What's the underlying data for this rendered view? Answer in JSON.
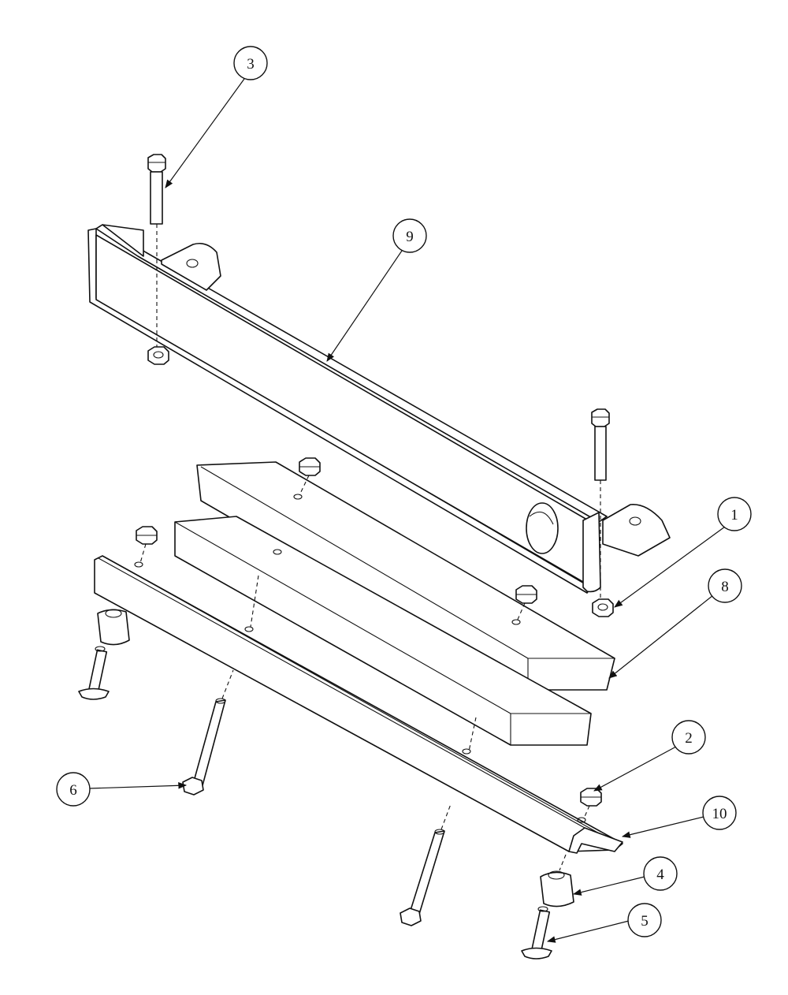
{
  "diagram": {
    "type": "exploded-assembly-drawing",
    "colors": {
      "background": "#ffffff",
      "line": "#111111"
    },
    "callouts": [
      {
        "id": "c3",
        "label": "3"
      },
      {
        "id": "c9",
        "label": "9"
      },
      {
        "id": "c1",
        "label": "1"
      },
      {
        "id": "c8",
        "label": "8"
      },
      {
        "id": "c2",
        "label": "2"
      },
      {
        "id": "c10",
        "label": "10"
      },
      {
        "id": "c6",
        "label": "6"
      },
      {
        "id": "c4",
        "label": "4"
      },
      {
        "id": "c5",
        "label": "5"
      }
    ]
  }
}
